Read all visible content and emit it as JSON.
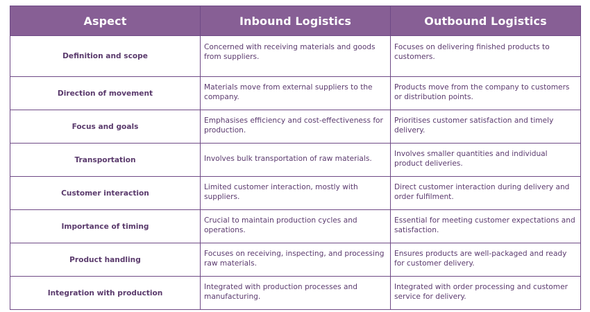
{
  "table": {
    "headers": [
      "Aspect",
      "Inbound Logistics",
      "Outbound Logistics"
    ],
    "rows": [
      {
        "aspect": "Definition and scope",
        "inbound": "Concerned with receiving materials and goods from suppliers.",
        "outbound": "Focuses on delivering finished products to customers."
      },
      {
        "aspect": "Direction of movement",
        "inbound": "Materials move from external suppliers to the company.",
        "outbound": "Products move from the company to customers or distribution points."
      },
      {
        "aspect": "Focus and goals",
        "inbound": "Emphasises efficiency and cost-effectiveness for production.",
        "outbound": "Prioritises customer satisfaction and timely delivery."
      },
      {
        "aspect": "Transportation",
        "inbound": "Involves bulk transportation of raw materials.",
        "outbound": "Involves smaller quantities and individual product deliveries."
      },
      {
        "aspect": "Customer interaction",
        "inbound": "Limited customer interaction, mostly with suppliers.",
        "outbound": "Direct customer interaction during delivery and order fulfilment."
      },
      {
        "aspect": "Importance of timing",
        "inbound": "Crucial to maintain production cycles and operations.",
        "outbound": "Essential for meeting customer expectations and satisfaction."
      },
      {
        "aspect": "Product handling",
        "inbound": "Focuses on receiving, inspecting, and processing raw materials.",
        "outbound": "Ensures products are well-packaged and ready for customer delivery."
      },
      {
        "aspect": "Integration with production",
        "inbound": "Integrated with production processes and manufacturing.",
        "outbound": "Integrated with order processing and customer service for delivery."
      }
    ]
  },
  "colors": {
    "header_bg": "#875f95",
    "header_text": "#ffffff",
    "border": "#6f4a86",
    "body_text": "#5b3a6e"
  }
}
